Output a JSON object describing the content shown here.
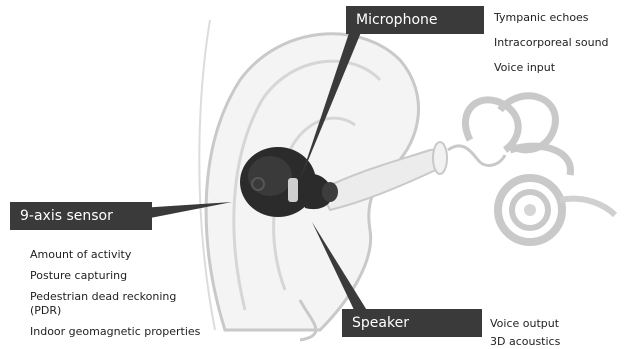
{
  "labels": {
    "microphone": "Microphone",
    "sensor": "9-axis sensor",
    "speaker": "Speaker"
  },
  "microphone_features": [
    "Tympanic echoes",
    "Intracorporeal sound",
    "Voice input"
  ],
  "sensor_features": [
    "Amount of activity",
    "Posture capturing",
    "Pedestrian dead reckoning (PDR)",
    "Indoor geomagnetic properties"
  ],
  "speaker_features": [
    "Voice output",
    "3D acoustics"
  ],
  "colors": {
    "tag_bg": "#3a3a3a",
    "tag_text": "#ffffff",
    "ear_outline": "#c9c9c9",
    "ear_fill": "#f4f4f4",
    "device": "#2b2b2b"
  }
}
